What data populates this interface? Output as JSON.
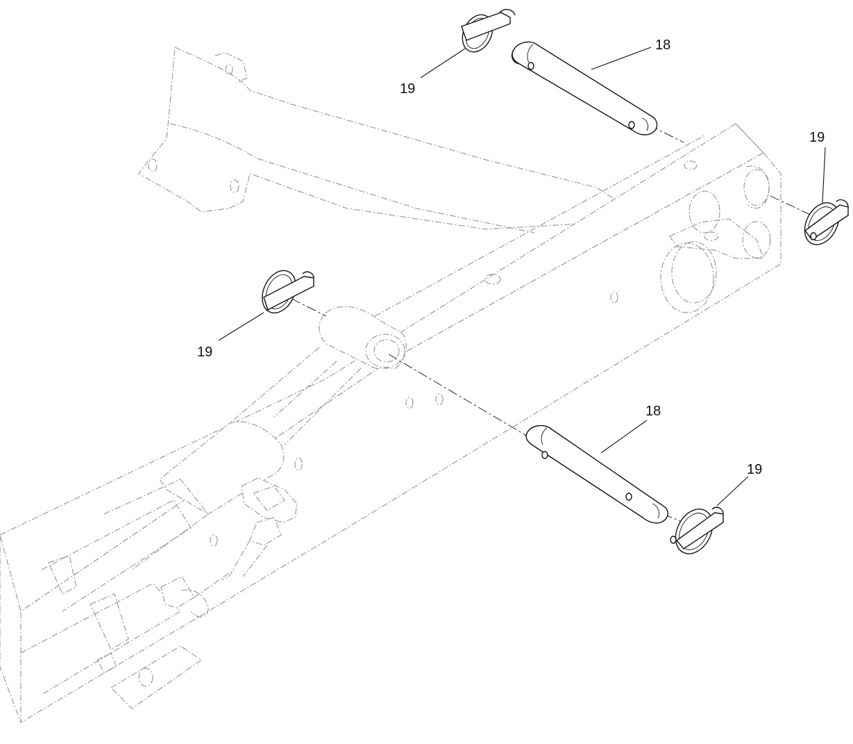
{
  "diagram": {
    "callouts": {
      "pin_top": "18",
      "clip_top_left": "19",
      "clip_right": "19",
      "clip_middle_left": "19",
      "pin_bottom": "18",
      "clip_bottom_right": "19"
    }
  }
}
